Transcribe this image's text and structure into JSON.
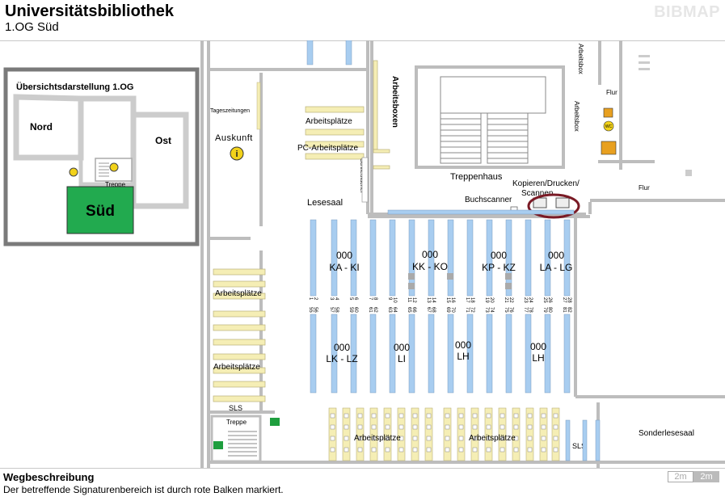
{
  "header": {
    "title": "Universitätsbibliothek",
    "subtitle": "1.OG Süd",
    "brand": "BIBMAP"
  },
  "overview": {
    "title": "Übersichtsdarstellung 1.OG",
    "nord": "Nord",
    "ost": "Ost",
    "sued": "Süd",
    "treppe": "Treppe"
  },
  "labels": {
    "tageszeitungen": "Tageszeitungen",
    "auskunft": "Auskunft",
    "arbeitsplaetze": "Arbeitsplätze",
    "pc_arbeitsplaetze": "PC-Arbeitsplätze",
    "arbeitsboxen": "Arbeitsboxen",
    "arbeitsbox": "Arbeitsbox",
    "flur": "Flur",
    "treppenhaus": "Treppenhaus",
    "kopieren": "Kopieren/Drucken/",
    "scannen": "Scannen",
    "buchscanner": "Buchscanner",
    "schliessfaecher": "Schließfächer",
    "lesesaal": "Lesesaal",
    "sonderlesesaal": "Sonderlesesaal",
    "sls": "SLS",
    "treppe": "Treppe",
    "wc": "WC"
  },
  "signatures": [
    {
      "code": "000",
      "range": "KA - KI"
    },
    {
      "code": "000",
      "range": "KK - KO"
    },
    {
      "code": "000",
      "range": "KP - KZ"
    },
    {
      "code": "000",
      "range": "LA - LG"
    },
    {
      "code": "000",
      "range": "LK - LZ"
    },
    {
      "code": "000",
      "range": "LI"
    },
    {
      "code": "000",
      "range": "LH"
    },
    {
      "code": "000",
      "range": "LH"
    }
  ],
  "shelf_numbers_top": [
    "1",
    "2",
    "3",
    "4",
    "5",
    "6",
    "7",
    "8",
    "9",
    "10",
    "11",
    "12",
    "13",
    "14",
    "15",
    "16",
    "17",
    "18",
    "19",
    "20",
    "21",
    "22",
    "23",
    "24",
    "25",
    "26",
    "27",
    "28"
  ],
  "shelf_numbers_bottom": [
    "55",
    "56",
    "57",
    "58",
    "59",
    "60",
    "61",
    "62",
    "63",
    "64",
    "65",
    "66",
    "67",
    "68",
    "69",
    "70",
    "71",
    "72",
    "73",
    "74",
    "75",
    "76",
    "77",
    "78",
    "79",
    "80",
    "81",
    "82"
  ],
  "footer": {
    "title": "Wegbeschreibung",
    "text": "Der betreffende Signaturenbereich ist durch rote Balken markiert.",
    "scale_1": "2m",
    "scale_2": "2m"
  },
  "colors": {
    "shelf": "#a8cdf0",
    "desk": "#f5eeb5",
    "sued_highlight": "#22aa4f",
    "wall": "#c0c0c0",
    "highlight_ring": "#7a1a25",
    "info_yellow": "#f2d21a"
  }
}
